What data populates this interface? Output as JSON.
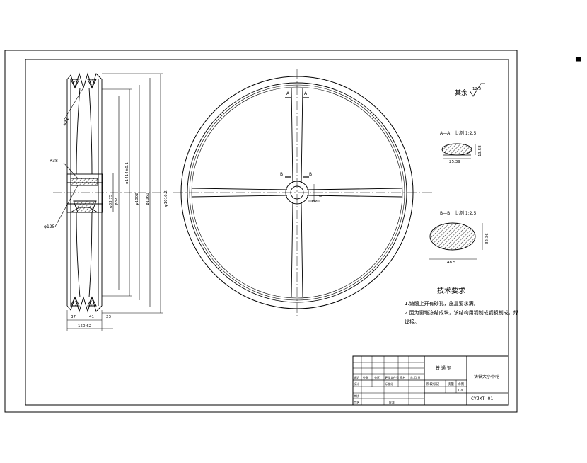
{
  "corner_mark": "▀",
  "roughness": {
    "label": "其余",
    "value": "12.5"
  },
  "side_view": {
    "dims": {
      "phi_d": "φ34",
      "radius": "R38",
      "diameter_left": "φ125",
      "phi_hub": "φ33.75",
      "phi_small": "φ32",
      "phi_mid": "φ1414±0.1",
      "phi_groove": "φ1002",
      "phi_rim": "φ1060",
      "phi_outer": "φ1016.2",
      "dim_bottom_a": "37",
      "dim_bottom_b": "41",
      "dim_bottom_c": "23",
      "dim_overall": "150.62"
    }
  },
  "front_view": {
    "labels": {
      "section_a1": "A",
      "section_a2": "A",
      "section_b1": "B",
      "section_b2": "B",
      "hub_dim1": "8",
      "hub_dim2": "Ø2"
    }
  },
  "sections": {
    "aa": {
      "title": "A—A",
      "scale": "比例 1:2.5",
      "width": "25.39",
      "height": "13.58"
    },
    "bb": {
      "title": "B—B",
      "scale": "比例 1:2.5",
      "width": "48.5",
      "height": "32.36"
    }
  },
  "tech_req": {
    "title": "技术要求",
    "line1": "1.铸髓上开有砂孔，施复要求满。",
    "line2a": "2.因为窗塔冻结成块，该结构用钢制成钢板制成，焊",
    "line2b": "焊接。"
  },
  "title_block": {
    "material": "普 通 钢",
    "drawing_name": "铸铁大小带轮",
    "code": "CYJXT-01",
    "marks": "阶段标记",
    "weight": "质量",
    "scale": "比例",
    "scale_value": "1:4",
    "c_biaoji": "标记",
    "c_chushu": "处数",
    "c_fenqu": "分区",
    "c_gengai": "更改文件号",
    "c_qianming": "签名",
    "c_nianyueri": "年.月.日",
    "c_sheji": "设计",
    "c_biaozhunhua": "标准化",
    "c_shenhe": "审核",
    "c_gongyi": "工艺",
    "c_pizhun": "批准"
  }
}
